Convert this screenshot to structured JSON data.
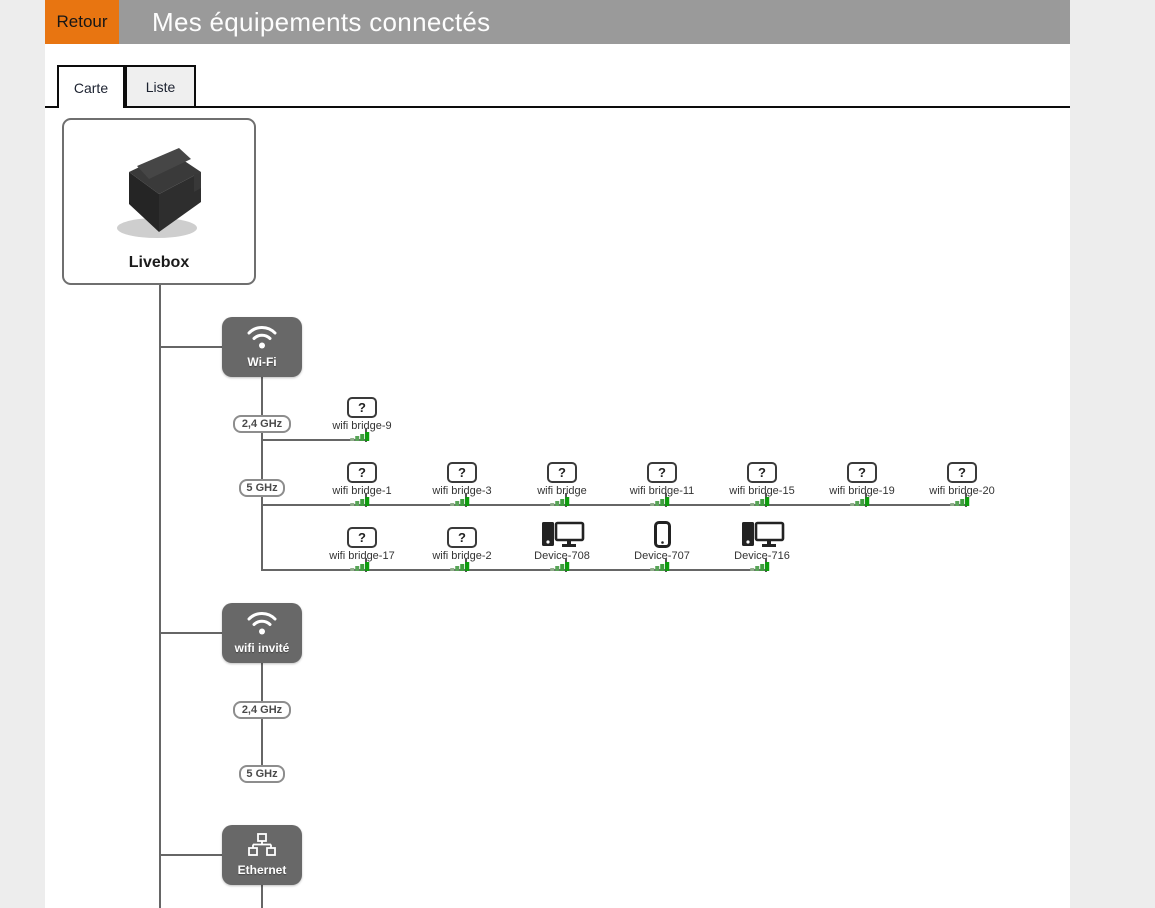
{
  "header": {
    "back_label": "Retour",
    "title": "Mes équipements connectés"
  },
  "tabs": {
    "carte": "Carte",
    "liste": "Liste"
  },
  "colors": {
    "accent_orange": "#e87511",
    "header_bar_gray": "#9a9a9a",
    "node_gray": "#686868",
    "connector_gray": "#666666",
    "signal_green": "#0c9e0c"
  },
  "root": {
    "label": "Livebox"
  },
  "nodes": {
    "wifi": {
      "label": "Wi-Fi",
      "icon": "wifi-icon"
    },
    "guest": {
      "label": "wifi invité",
      "icon": "wifi-icon"
    },
    "ethernet": {
      "label": "Ethernet",
      "icon": "ethernet-icon"
    }
  },
  "unknown_glyph": "?",
  "wifi": {
    "bands": [
      {
        "label": "2,4 GHz"
      },
      {
        "label": "5 GHz"
      }
    ],
    "rows": [
      [
        {
          "name": "wifi bridge-9",
          "type": "unknown",
          "signal": 4
        }
      ],
      [
        {
          "name": "wifi bridge-1",
          "type": "unknown",
          "signal": 4
        },
        {
          "name": "wifi bridge-3",
          "type": "unknown",
          "signal": 4
        },
        {
          "name": "wifi bridge",
          "type": "unknown",
          "signal": 4
        },
        {
          "name": "wifi bridge-11",
          "type": "unknown",
          "signal": 4
        },
        {
          "name": "wifi bridge-15",
          "type": "unknown",
          "signal": 4
        },
        {
          "name": "wifi bridge-19",
          "type": "unknown",
          "signal": 4
        },
        {
          "name": "wifi bridge-20",
          "type": "unknown",
          "signal": 4
        }
      ],
      [
        {
          "name": "wifi bridge-17",
          "type": "unknown",
          "signal": 4
        },
        {
          "name": "wifi bridge-2",
          "type": "unknown",
          "signal": 4
        },
        {
          "name": "Device-708",
          "type": "desktop",
          "signal": 4
        },
        {
          "name": "Device-707",
          "type": "phone",
          "signal": 4
        },
        {
          "name": "Device-716",
          "type": "desktop",
          "signal": 4
        }
      ]
    ]
  },
  "guest": {
    "bands": [
      {
        "label": "2,4 GHz"
      },
      {
        "label": "5 GHz"
      }
    ]
  }
}
